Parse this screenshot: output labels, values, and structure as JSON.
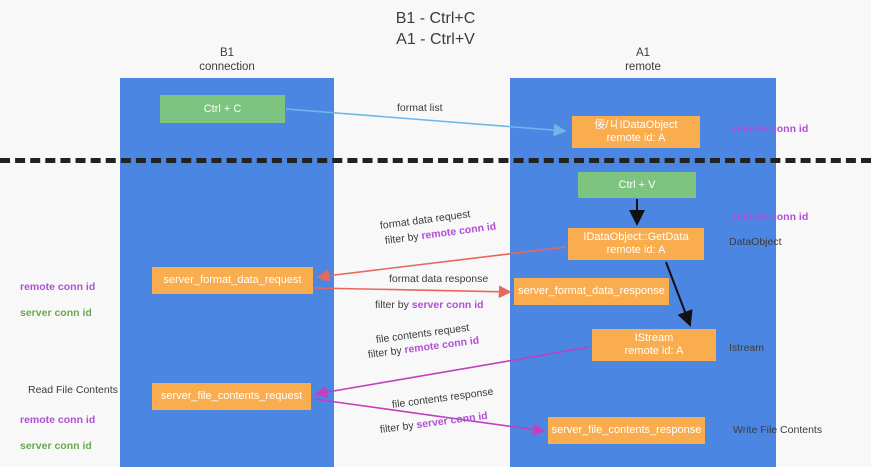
{
  "title": "B1 - Ctrl+C\nA1 - Ctrl+V",
  "lanes": {
    "b1": {
      "header": "B1\nconnection"
    },
    "a1": {
      "header": "A1\nremote"
    }
  },
  "nodes": {
    "ctrl_c": "Ctrl + C",
    "idataobject": "佞/ㄐIDataObject\nremote id: A",
    "ctrl_v": "Ctrl + V",
    "getdata": "IDataObject::GetData\nremote id: A",
    "server_format_data_request": "server_format_data_request",
    "server_format_data_response": "server_format_data_response",
    "istream": "IStream\nremote id: A",
    "server_file_contents_request": "server_file_contents_request",
    "server_file_contents_response": "server_file_contents_response"
  },
  "arrow_labels": {
    "format_list": "format list",
    "format_data_request": "format data request",
    "filter_by": "filter by ",
    "remote_conn_id": "remote conn id",
    "format_data_response": "format data response",
    "server_conn_id": "server conn id",
    "file_contents_request": "file contents request",
    "file_contents_response": "file contents response"
  },
  "side_labels": {
    "left_remote_conn_id": "remote conn id",
    "left_server_conn_id": "server conn id",
    "read_file_contents": "Read File Contents",
    "right_remote_conn_id_1": "remote conn id",
    "right_remote_conn_id_2": "remote conn id",
    "right_dataobject": "DataObject",
    "right_istream": "Istream",
    "write_file_contents": "Write File Contents"
  },
  "colors": {
    "lane": "#4a86e2",
    "green_node": "#7cc47f",
    "orange_node": "#f9ad4e",
    "remote_conn_id": "#b14fd8",
    "server_conn_id": "#6aa84f",
    "red_arrow": "#e8685c",
    "magenta_arrow": "#c13fc1",
    "blue_arrow": "#6fb7e8",
    "black_arrow": "#111111",
    "background": "#f8f8f8"
  }
}
